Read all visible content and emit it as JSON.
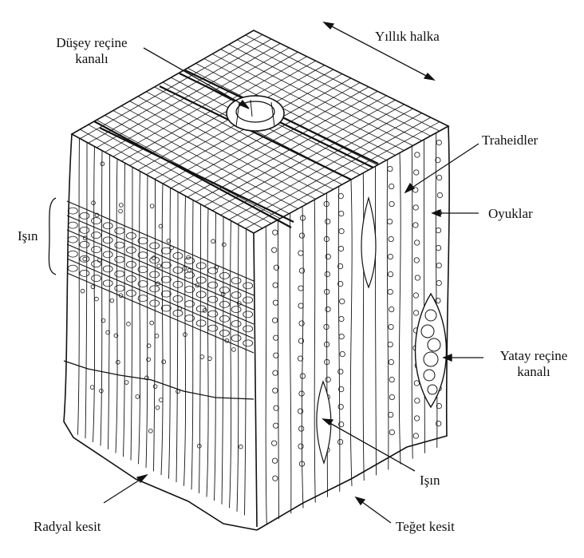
{
  "labels": {
    "vertical_resin_canal": [
      "Düşey reçine",
      "kanalı"
    ],
    "annual_ring": "Yıllık halka",
    "tracheids": "Traheidler",
    "pits": "Oyuklar",
    "ray_left": "Işın",
    "ray_bottom": "Işın",
    "horizontal_resin_canal": [
      "Yatay reçine",
      "kanalı"
    ],
    "radial_section": "Radyal kesit",
    "tangential_section": "Teğet kesit"
  },
  "colors": {
    "ink": "#111111",
    "background": "#ffffff"
  }
}
